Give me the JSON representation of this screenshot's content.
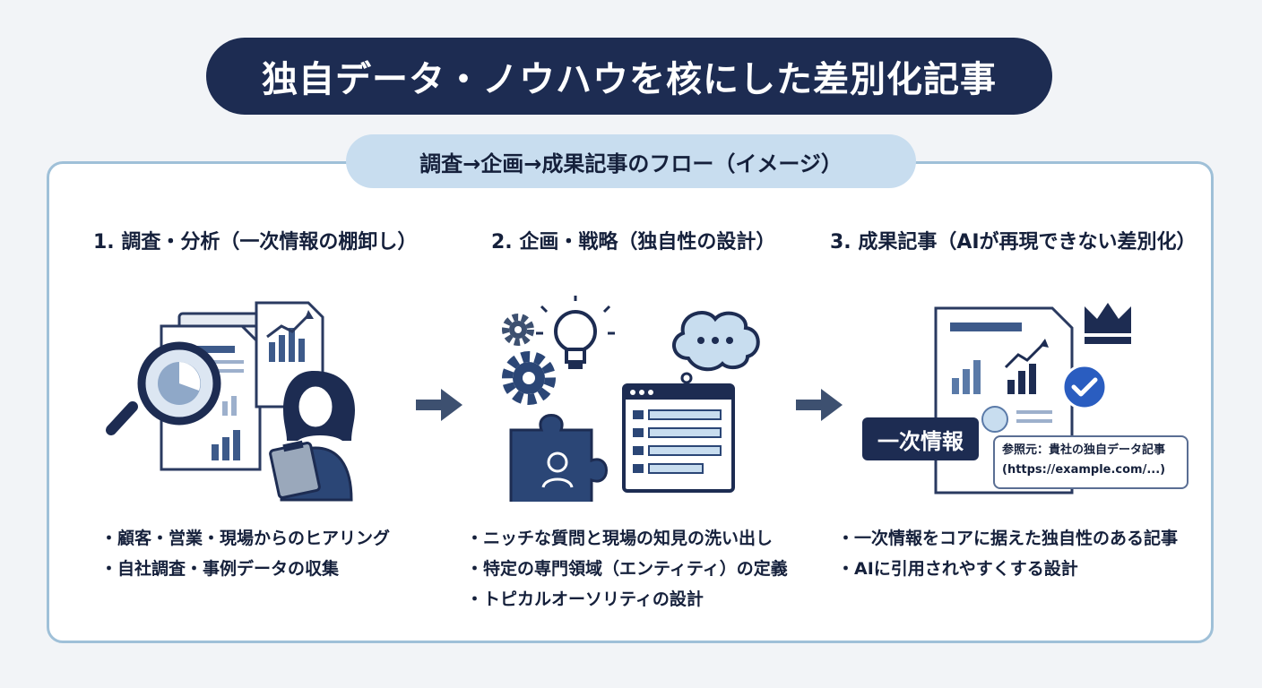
{
  "title": "独自データ・ノウハウを核にした差別化記事",
  "subtitle": "調査→企画→成果記事のフロー（イメージ）",
  "steps": [
    {
      "heading": "1. 調査・分析（一次情報の棚卸し）",
      "bullets": [
        "顧客・営業・現場からのヒアリング",
        "自社調査・事例データの収集"
      ]
    },
    {
      "heading": "2. 企画・戦略（独自性の設計）",
      "bullets": [
        "ニッチな質問と現場の知見の洗い出し",
        "特定の専門領域（エンティティ）の定義",
        "トピカルオーソリティの設計"
      ]
    },
    {
      "heading": "3. 成果記事（AIが再現できない差別化）",
      "bullets": [
        "一次情報をコアに据えた独自性のある記事",
        "AIに引用されやすくする設計"
      ]
    }
  ],
  "article_tag": "一次情報",
  "reference": {
    "line1": "参照元：貴社の独自データ記事",
    "line2": "(https://example.com/...)"
  },
  "colors": {
    "navy": "#1d2c52",
    "accent_blue": "#9fc0d8",
    "light_blue": "#c8ddef"
  },
  "icons": [
    "magnifier-icon",
    "document-icon",
    "person-icon",
    "gear-icon",
    "lightbulb-icon",
    "thought-bubble-icon",
    "puzzle-icon",
    "browser-window-icon",
    "crown-icon",
    "check-badge-icon",
    "arrow-right-icon"
  ]
}
